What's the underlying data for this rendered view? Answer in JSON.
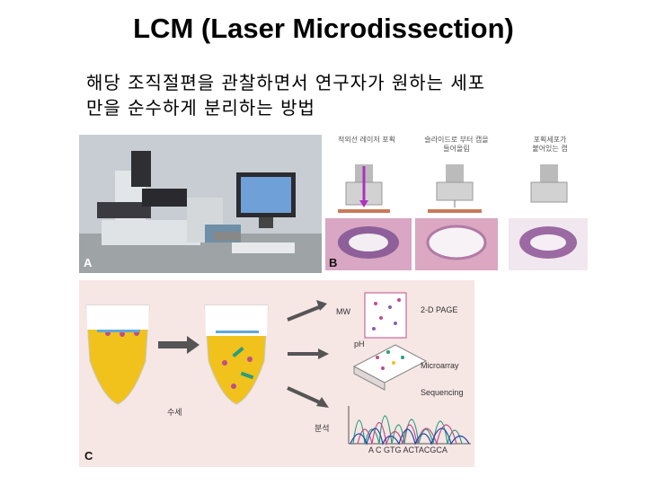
{
  "slide": {
    "title": "LCM (Laser Microdissection)",
    "description_lines": [
      "해당 조직절편을 관찰하면서 연구자가 원하는 세포",
      "만을 순수하게 분리하는 방법"
    ]
  },
  "figure_a": {
    "label": "A"
  },
  "figure_b": {
    "label": "B",
    "steps": [
      {
        "lines": [
          "적외선 레이저 포획"
        ]
      },
      {
        "lines": [
          "슬라이드로 부터 캡을",
          "들어올림"
        ]
      },
      {
        "lines": [
          "포획세포가",
          "붙어있는 캡"
        ]
      }
    ]
  },
  "figure_c": {
    "label": "C",
    "wash_label": "수세",
    "analysis_label": "분석",
    "mw_label": "MW",
    "ph_label": "pH",
    "page_label": "2-D PAGE",
    "microarray_label": "Microarray",
    "sequencing_label": "Sequencing",
    "sequence": "A  C GTG  ACTACGCA"
  }
}
